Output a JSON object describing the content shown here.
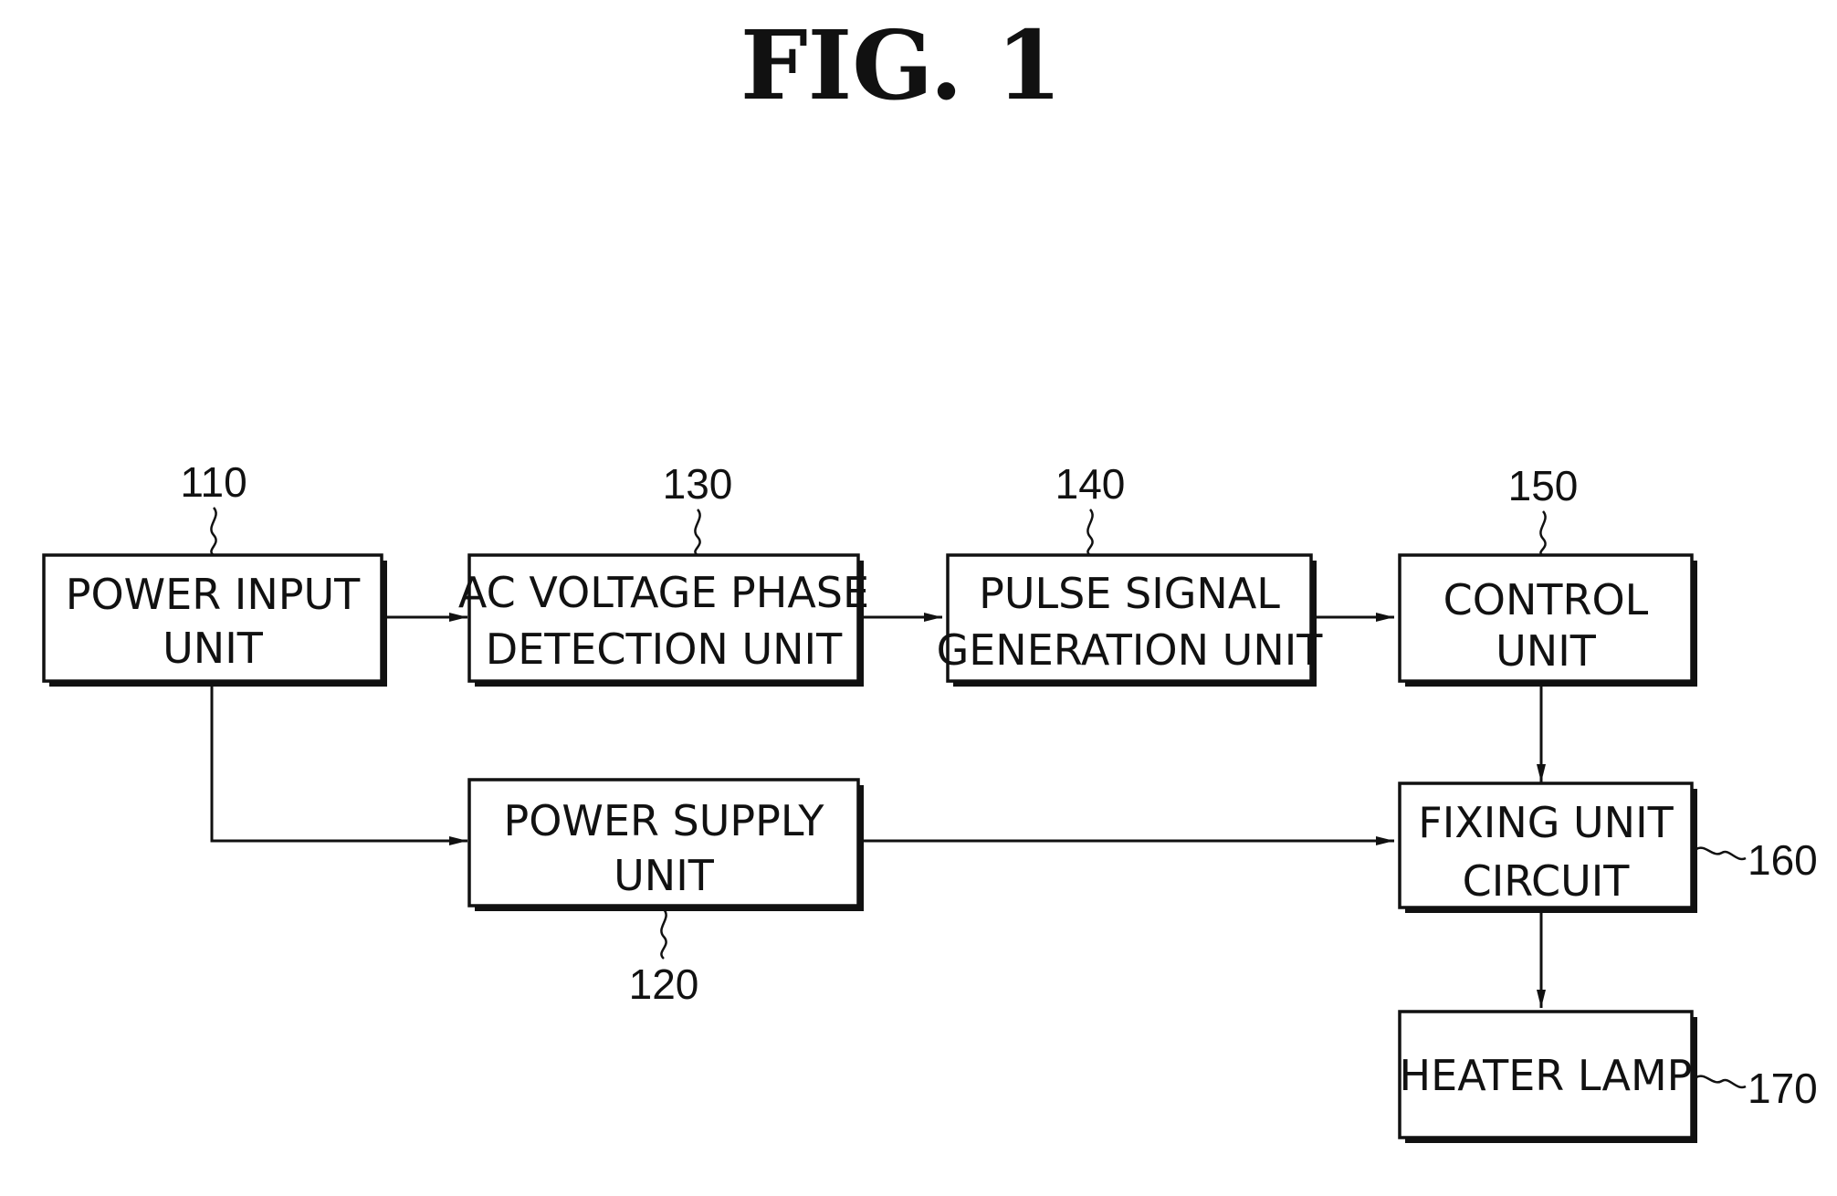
{
  "figure": {
    "title": "FIG. 1"
  },
  "blocks": {
    "power_input": {
      "ref": "110",
      "lines": [
        "POWER INPUT",
        "UNIT"
      ]
    },
    "power_supply": {
      "ref": "120",
      "lines": [
        "POWER SUPPLY",
        "UNIT"
      ]
    },
    "ac_phase": {
      "ref": "130",
      "lines": [
        "AC VOLTAGE PHASE",
        "DETECTION UNIT"
      ]
    },
    "pulse_gen": {
      "ref": "140",
      "lines": [
        "PULSE SIGNAL",
        "GENERATION UNIT"
      ]
    },
    "control": {
      "ref": "150",
      "lines": [
        "CONTROL",
        "UNIT"
      ]
    },
    "fixing": {
      "ref": "160",
      "lines": [
        "FIXING UNIT",
        "CIRCUIT"
      ]
    },
    "heater": {
      "ref": "170",
      "lines": [
        "HEATER LAMP"
      ]
    }
  },
  "connections": [
    {
      "from": "power_input",
      "to": "ac_phase"
    },
    {
      "from": "ac_phase",
      "to": "pulse_gen"
    },
    {
      "from": "pulse_gen",
      "to": "control"
    },
    {
      "from": "control",
      "to": "fixing"
    },
    {
      "from": "power_input",
      "to": "power_supply"
    },
    {
      "from": "power_supply",
      "to": "fixing"
    },
    {
      "from": "fixing",
      "to": "heater"
    }
  ]
}
